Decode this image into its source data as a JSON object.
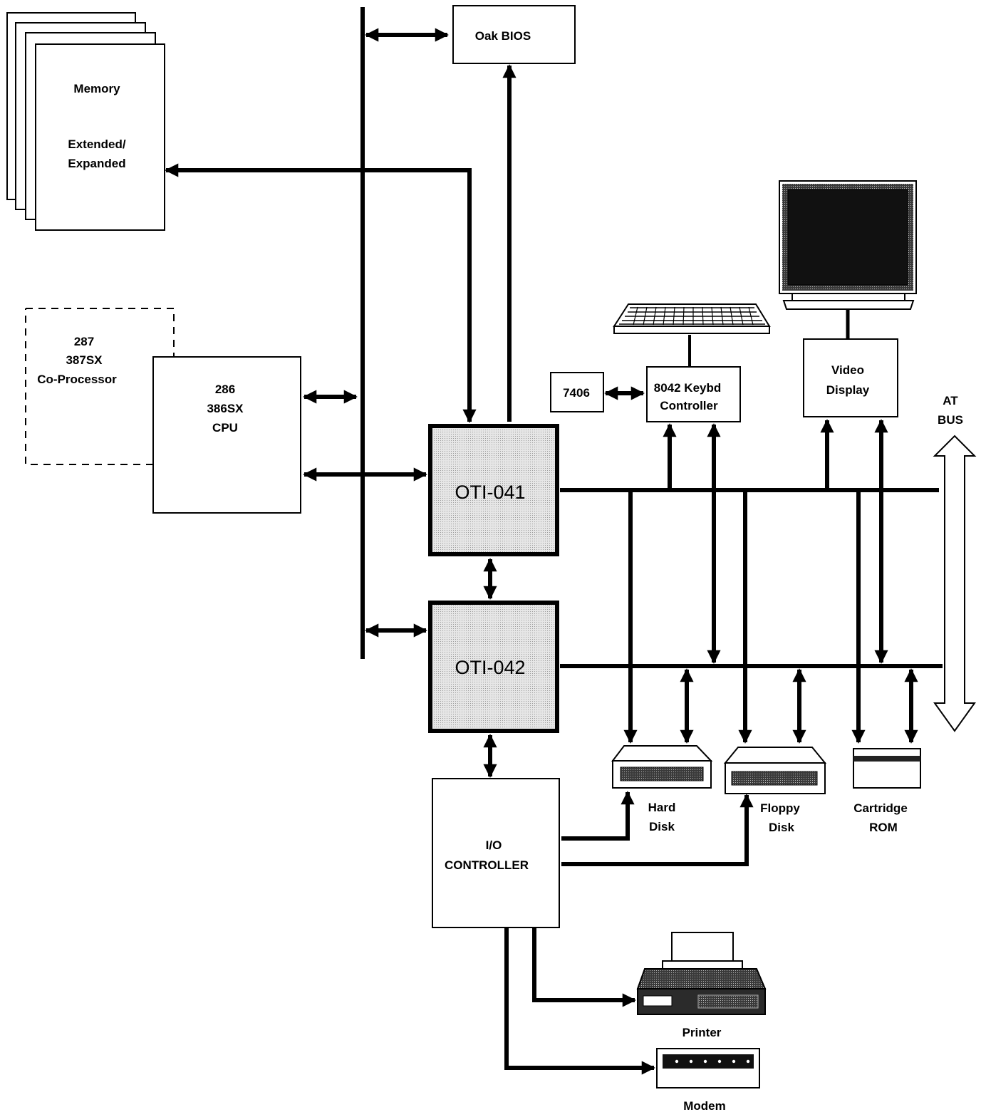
{
  "diagram": {
    "memory": {
      "line1": "Memory",
      "line2": "Extended/",
      "line3": "Expanded"
    },
    "coprocessor": {
      "line1": "287",
      "line2": "387SX",
      "line3": "Co-Processor"
    },
    "cpu": {
      "line1": "286",
      "line2": "386SX",
      "line3": "CPU"
    },
    "bios": {
      "label": "Oak BIOS"
    },
    "chip1": {
      "label": "OTI-041"
    },
    "chip2": {
      "label": "OTI-042"
    },
    "ic7406": {
      "label": "7406"
    },
    "keyboard_controller": {
      "line1": "8042 Keybd",
      "line2": "Controller"
    },
    "video": {
      "line1": "Video",
      "line2": "Display"
    },
    "at_bus": {
      "line1": "AT",
      "line2": "BUS"
    },
    "io_controller": {
      "line1": "I/O",
      "line2": "CONTROLLER"
    },
    "hard_disk": {
      "line1": "Hard",
      "line2": "Disk"
    },
    "floppy_disk": {
      "line1": "Floppy",
      "line2": "Disk"
    },
    "cartridge": {
      "line1": "Cartridge",
      "line2": "ROM"
    },
    "printer": {
      "label": "Printer"
    },
    "modem": {
      "label": "Modem"
    }
  },
  "colors": {
    "line": "#000000",
    "chip_fill": "#d9d9d9",
    "screen": "#111111",
    "background": "#ffffff"
  }
}
